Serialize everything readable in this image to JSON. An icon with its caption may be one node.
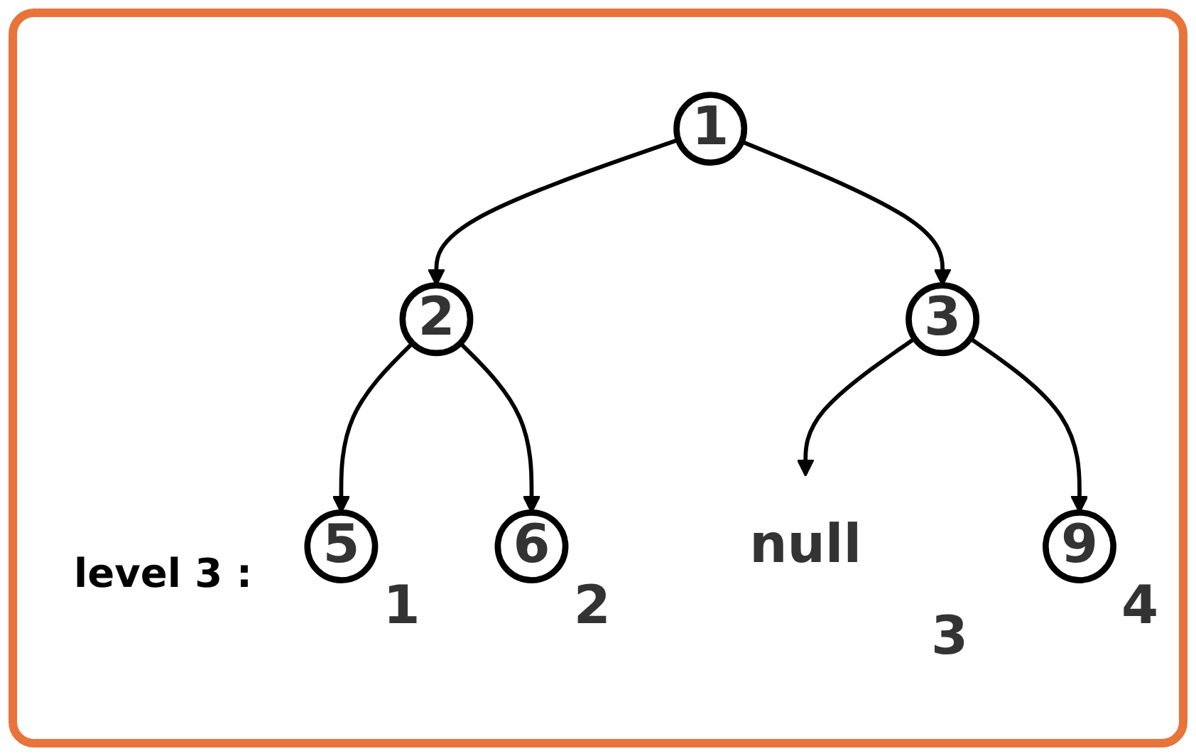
{
  "diagram": {
    "nodes": [
      {
        "text": [
          "1"
        ]
      },
      {
        "text": [
          "2"
        ]
      },
      {
        "text": [
          "3"
        ]
      },
      {
        "text": [
          "5"
        ],
        "beside": [
          "1"
        ]
      },
      {
        "text": [
          "6"
        ],
        "beside": [
          "2"
        ]
      },
      {
        "text": [
          "null"
        ],
        "beside": [
          "3"
        ]
      },
      {
        "text": [
          "9"
        ],
        "beside": [
          "4"
        ]
      }
    ],
    "edges": [
      {
        "from": 0,
        "to": 1,
        "arrow": "to"
      },
      {
        "from": 0,
        "to": 2,
        "arrow": "to"
      },
      {
        "from": 1,
        "to": 3,
        "arrow": "to"
      },
      {
        "from": 1,
        "to": 4,
        "arrow": "to"
      },
      {
        "from": 2,
        "to": 5,
        "arrow": "to"
      },
      {
        "from": 2,
        "to": 6,
        "arrow": "to"
      }
    ],
    "labels": [
      "level 3 :"
    ]
  }
}
